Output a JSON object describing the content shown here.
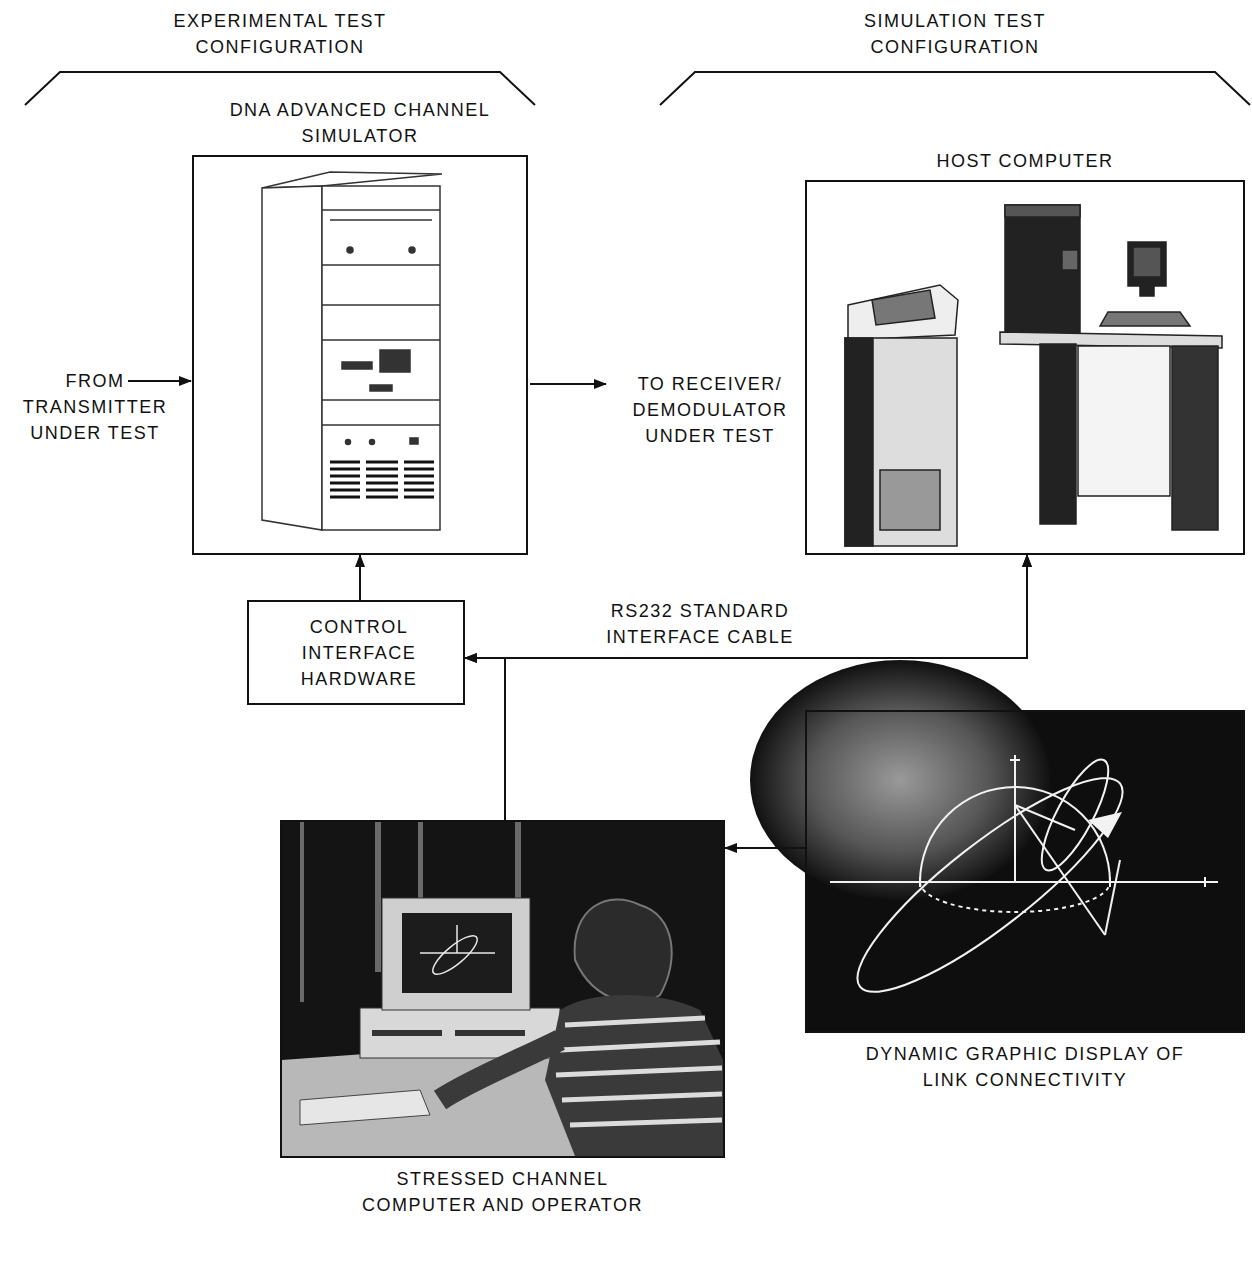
{
  "diagram": {
    "nodes": [
      {
        "text": [
          "DNA ADVANCED CHANNEL SIMULATOR"
        ]
      },
      {
        "text": [
          "HOST COMPUTER"
        ]
      },
      {
        "text": [
          "CONTROL INTERFACE HARDWARE"
        ]
      },
      {
        "text": [
          "DYNAMIC GRAPHIC DISPLAY OF LINK CONNECTIVITY"
        ]
      },
      {
        "text": [
          "STRESSED CHANNEL COMPUTER AND OPERATOR"
        ]
      }
    ],
    "edges": [
      {
        "from": 2,
        "to": 0,
        "arrow": "to"
      },
      {
        "from": 1,
        "to": 2,
        "arrow": "both",
        "label": "RS232 STANDARD INTERFACE CABLE"
      },
      {
        "from": 4,
        "to": 2,
        "arrow": "to"
      },
      {
        "from": 4,
        "to": 1,
        "arrow": "to"
      },
      {
        "from": 3,
        "to": 4,
        "arrow": "to"
      }
    ],
    "labels": [
      "EXPERIMENTAL TEST CONFIGURATION",
      "SIMULATION TEST CONFIGURATION",
      "FROM TRANSMITTER UNDER TEST",
      "TO RECEIVER/ DEMODULATOR UNDER TEST"
    ]
  }
}
